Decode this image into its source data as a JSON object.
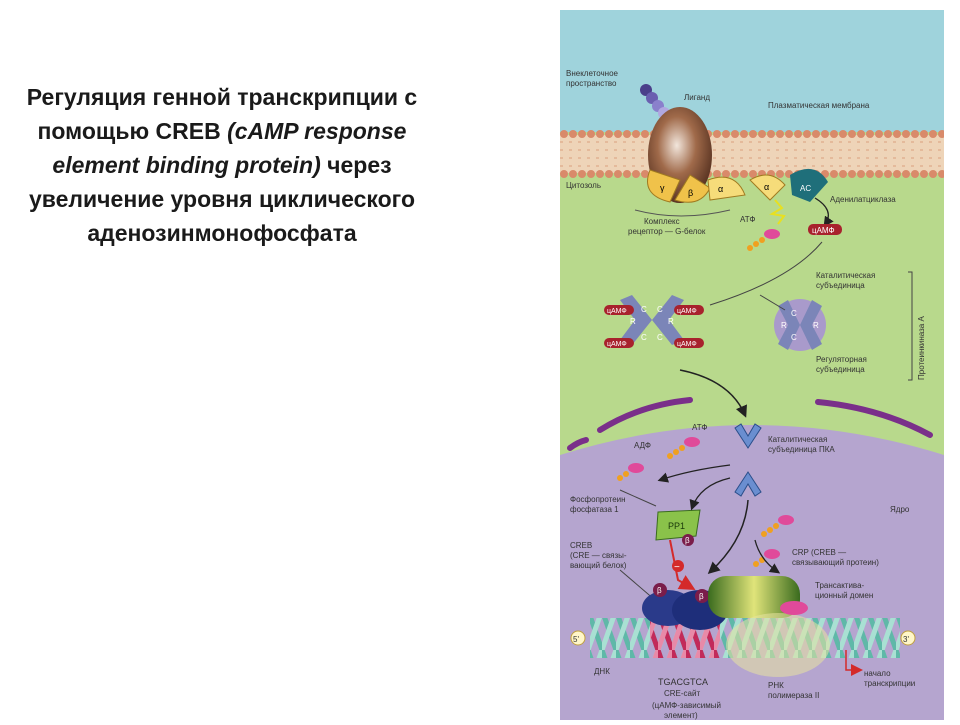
{
  "slide": {
    "title_part1": "Регуляция генной транскрипции с помощью CREB ",
    "title_italic": "(cAMP response element binding protein)",
    "title_part2": " через увеличение уровня циклического аденозинмонофосфата"
  },
  "figure": {
    "extracellular": [
      "Внеклеточное",
      "пространство"
    ],
    "ligand": "Лиганд",
    "membrane": "Плазматическая мембрана",
    "cytosol": "Цитозоль",
    "adenylate_cyclase": "Аденилатциклаза",
    "ac": "AC",
    "alpha": "α",
    "beta": "β",
    "gamma": "γ",
    "complex": [
      "Комплекс",
      "рецептор — G-белок"
    ],
    "atp": "АТФ",
    "camp": "цАМФ",
    "catalytic_subunit": [
      "Каталитическая",
      "субъединица"
    ],
    "regulatory_subunit": [
      "Регуляторная",
      "субъединица"
    ],
    "pka": "Протеинкиназа А",
    "c": "C",
    "r": "R",
    "adp": "АДФ",
    "pka_catalytic": [
      "Каталитическая",
      "субъединица ПКА"
    ],
    "nucleus": "Ядро",
    "phosphatase": [
      "Фосфопротеин",
      "фосфатаза 1"
    ],
    "pp1": "PP1",
    "creb": [
      "CREB",
      "(CRE — связы-",
      "вающий белок)"
    ],
    "crp": [
      "CRP (CREB —",
      "связывающий протеин)"
    ],
    "transactivation": [
      "Трансактива-",
      "ционный домен"
    ],
    "minus": "−",
    "five_prime": "5'",
    "three_prime": "3'",
    "dna": "ДНК",
    "cre_seq": "TGACGTCA",
    "cre_site": [
      "CRE-сайт",
      "(цАМФ-зависимый",
      "элемент)"
    ],
    "rna_pol": [
      "РНК",
      "полимераза II"
    ],
    "tx_start": [
      "начало",
      "транскрипции"
    ]
  },
  "colors": {
    "extracellular": "#9fd3dc",
    "cytosol": "#b8d98c",
    "nucleus": "#b5a5cf",
    "membrane_head": "#d98a6a",
    "camp_badge": "#a8222d",
    "pka": "#7b85b8"
  }
}
